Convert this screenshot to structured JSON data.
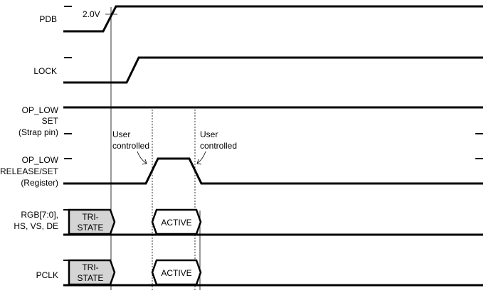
{
  "signals": {
    "pdb": {
      "label": "PDB",
      "threshold": "2.0V"
    },
    "lock": {
      "label": "LOCK"
    },
    "op_low_set": {
      "line1": "OP_LOW",
      "line2": "SET",
      "line3": "(Strap pin)"
    },
    "op_low_release": {
      "line1": "OP_LOW",
      "line2": "RELEASE/SET",
      "line3": "(Register)"
    },
    "rgb": {
      "line1": "RGB[7:0],",
      "line2": "HS, VS, DE",
      "tristate_line1": "TRI-",
      "tristate_line2": "STATE",
      "active": "ACTIVE"
    },
    "pclk": {
      "label": "PCLK",
      "tristate_line1": "TRI-",
      "tristate_line2": "STATE",
      "active": "ACTIVE"
    }
  },
  "annotations": {
    "user_controlled_1": {
      "line1": "User",
      "line2": "controlled"
    },
    "user_controlled_2": {
      "line1": "User",
      "line2": "controlled"
    }
  },
  "colors": {
    "tristate_fill": "#d4d4d4",
    "line": "#000000"
  }
}
